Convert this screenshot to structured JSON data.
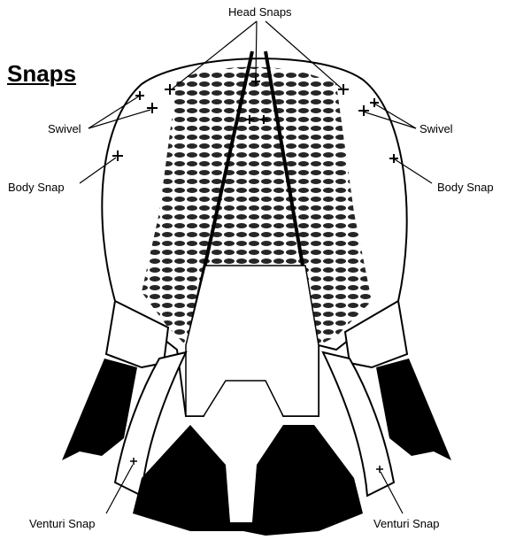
{
  "title": "Snaps",
  "labels": {
    "head_snaps": "Head Snaps",
    "swivel_left": "Swivel",
    "swivel_right": "Swivel",
    "body_snap_left": "Body Snap",
    "body_snap_right": "Body Snap",
    "venturi_snap_left": "Venturi Snap",
    "venturi_snap_right": "Venturi Snap"
  },
  "colors": {
    "ink": "#000000",
    "paper": "#ffffff"
  }
}
